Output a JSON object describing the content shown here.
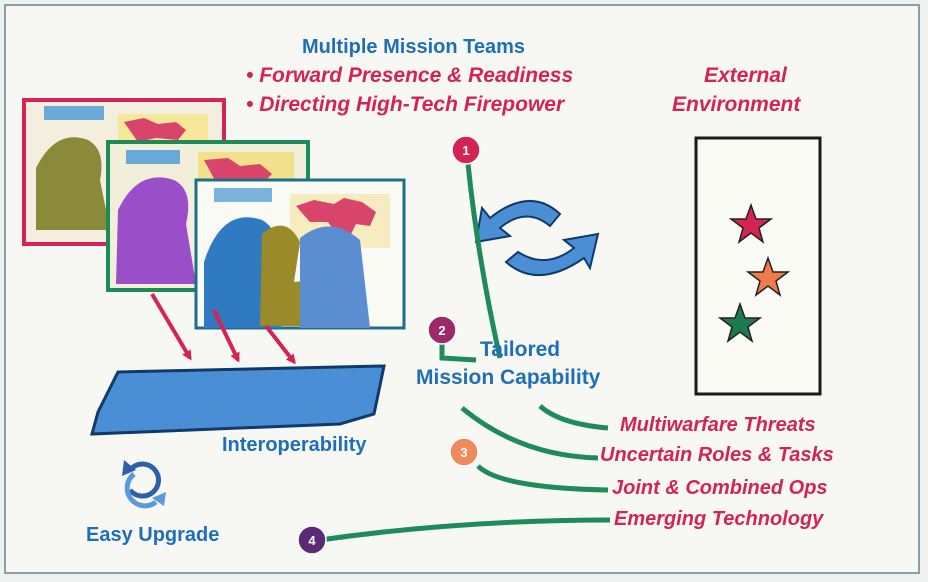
{
  "title": "Multiple Mission Teams",
  "bullets": [
    "Forward Presence & Readiness",
    "Directing High-Tech Firepower"
  ],
  "bullet_mark": "•",
  "external": {
    "line1": "External",
    "line2": "Environment"
  },
  "tailored": {
    "line1": "Tailored",
    "line2": "Mission Capability"
  },
  "interoperability": "Interoperability",
  "easy_upgrade": "Easy Upgrade",
  "factors": [
    "Multiwarfare Threats",
    "Uncertain Roles & Tasks",
    "Joint & Combined Ops",
    "Emerging Technology"
  ],
  "markers": [
    "1",
    "2",
    "3",
    "4"
  ],
  "colors": {
    "blue_text": "#1f6fb8",
    "red_text": "#d42456",
    "line_green": "#1f8a5a",
    "marker1": "#d42456",
    "marker2": "#9c2a6a",
    "marker3": "#ef8a5a",
    "marker4": "#5a2a78",
    "star1": "#d42456",
    "star2": "#ef7a4a",
    "star3": "#1e7a4e"
  }
}
